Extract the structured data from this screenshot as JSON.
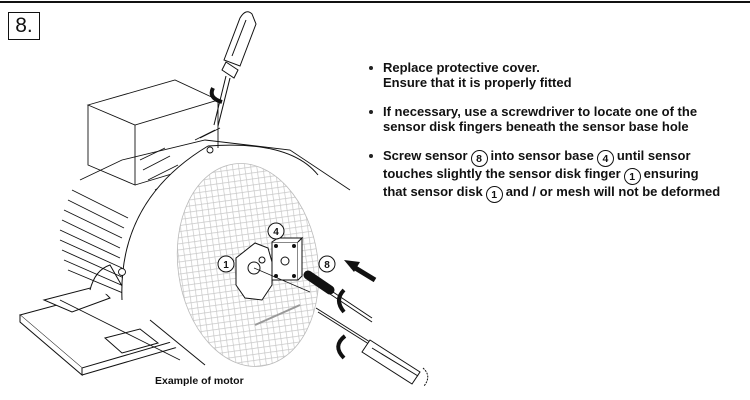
{
  "step": {
    "number": "8."
  },
  "instructions": [
    {
      "lines": [
        "Replace protective cover.",
        "Ensure that it is properly fitted"
      ]
    },
    {
      "lines": [
        "If necessary, use a screwdriver to locate one of the",
        "sensor disk fingers beneath the sensor base hole"
      ]
    },
    {
      "line1": {
        "before": "Screw sensor",
        "ref1": "8",
        "middle": "into sensor base",
        "ref2": "4",
        "after": "until sensor"
      },
      "line2": {
        "before": "touches slightly the sensor disk finger",
        "ref": "1",
        "after": "ensuring"
      },
      "line3": {
        "before": "that sensor disk",
        "ref": "1",
        "after": "and / or mesh will not be deformed"
      }
    }
  ],
  "illustration": {
    "callouts": {
      "sensor_disk": "1",
      "sensor_base": "4",
      "sensor": "8"
    },
    "caption": "Example of motor",
    "icons": [
      "screwdriver-icon",
      "rotate-arrow-icon",
      "push-arrow-icon",
      "motor-drawing",
      "protective-mesh"
    ]
  }
}
